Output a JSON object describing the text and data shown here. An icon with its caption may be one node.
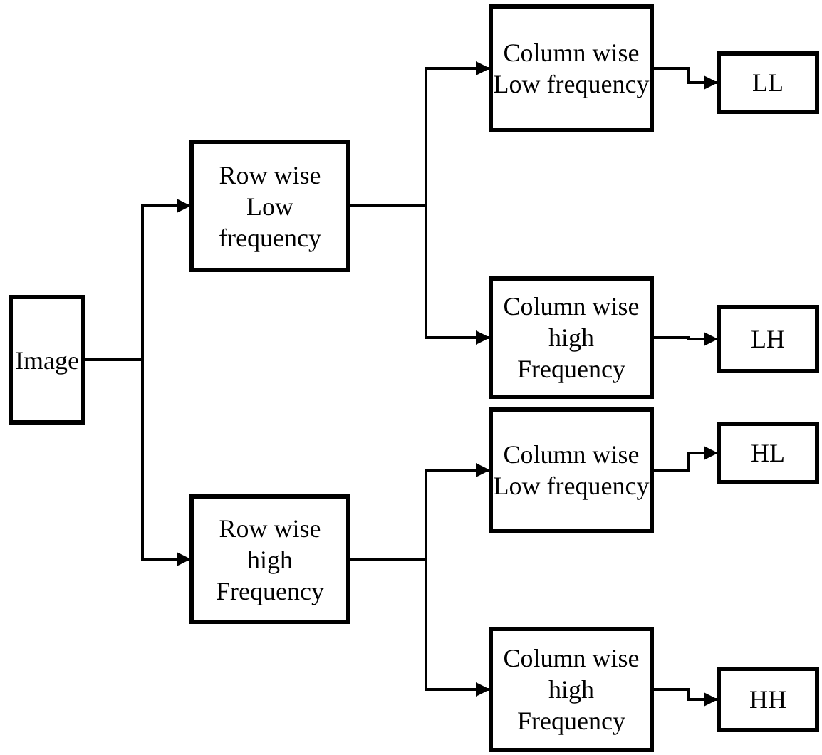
{
  "diagram": {
    "nodes": [
      {
        "text": [
          "Image"
        ]
      },
      {
        "text": [
          "Row wise Low frequency"
        ]
      },
      {
        "text": [
          "Column wise Low frequency"
        ]
      },
      {
        "text": [
          "LL"
        ]
      },
      {
        "text": [
          "Column wise high Frequency"
        ]
      },
      {
        "text": [
          "LH"
        ]
      },
      {
        "text": [
          "Row wise high Frequency"
        ]
      },
      {
        "text": [
          "Column wise Low frequency"
        ]
      },
      {
        "text": [
          "HL"
        ]
      },
      {
        "text": [
          "Column wise high Frequency"
        ]
      },
      {
        "text": [
          "HH"
        ]
      }
    ],
    "edges": [
      {
        "from": 0,
        "to": 1,
        "arrow": "to"
      },
      {
        "from": 0,
        "to": 6,
        "arrow": "to"
      },
      {
        "from": 1,
        "to": 2,
        "arrow": "to"
      },
      {
        "from": 1,
        "to": 4,
        "arrow": "to"
      },
      {
        "from": 6,
        "to": 7,
        "arrow": "to"
      },
      {
        "from": 6,
        "to": 9,
        "arrow": "to"
      },
      {
        "from": 2,
        "to": 3,
        "arrow": "to"
      },
      {
        "from": 4,
        "to": 5,
        "arrow": "to"
      },
      {
        "from": 7,
        "to": 8,
        "arrow": "to"
      },
      {
        "from": 9,
        "to": 10,
        "arrow": "to"
      }
    ]
  }
}
